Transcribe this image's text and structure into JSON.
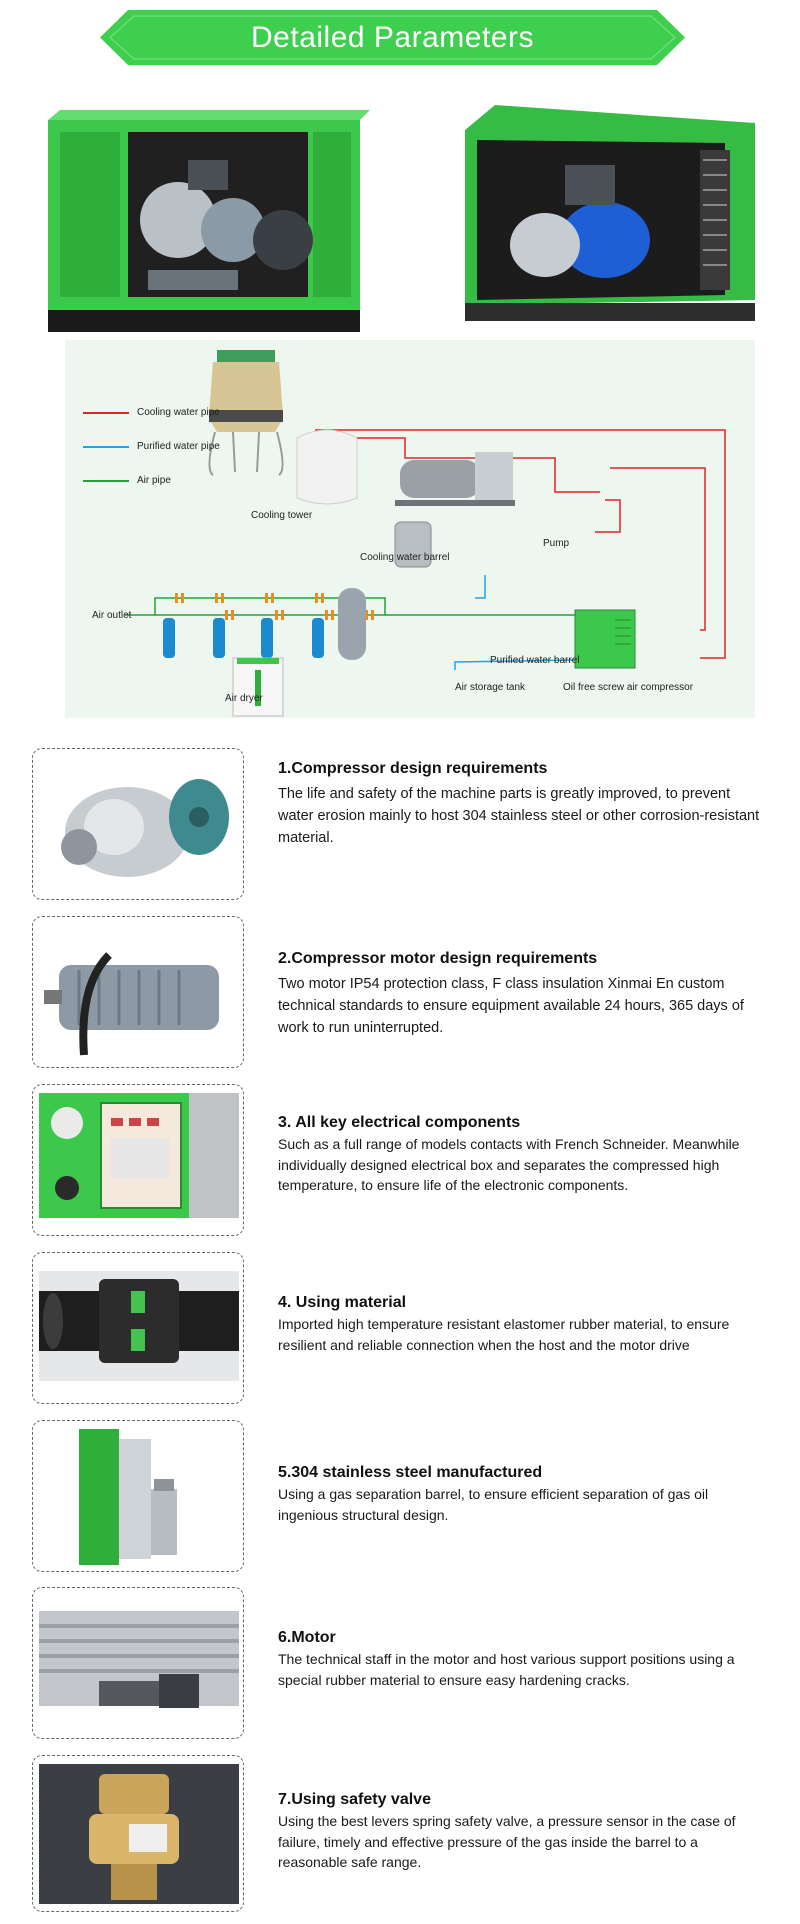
{
  "banner": {
    "title": "Detailed Parameters",
    "color": "#3fcf4f"
  },
  "diagram": {
    "legend": [
      {
        "label": "Cooling  water  pipe",
        "color": "#e02424"
      },
      {
        "label": "Purified water pipe",
        "color": "#22a3e8"
      },
      {
        "label": "Air pipe",
        "color": "#21a33a"
      }
    ],
    "labels": {
      "cooling_tower": "Cooling  tower",
      "cooling_water_barrel": "Cooling  water  barrel",
      "pump": "Pump",
      "air_outlet": "Air outlet",
      "purified_water_barrel": "Purified water barrel",
      "air_dryer": "Air dryer",
      "air_storage_tank": "Air  storage  tank",
      "compressor": "Oil free screw air compressor"
    }
  },
  "features": [
    {
      "title": "1.Compressor design requirements",
      "desc": "The life and safety of the machine parts is greatly improved, to prevent water erosion mainly to host 304 stainless steel or other corrosion-resistant material."
    },
    {
      "title": "2.Compressor motor design requirements",
      "desc": "Two motor IP54 protection class, F class insulation Xinmai En custom technical standards to ensure equipment available 24 hours, 365 days of work to run uninterrupted."
    },
    {
      "title": "3. All key electrical components",
      "desc": "Such as a full range of models contacts with French Schneider. Meanwhile individually designed electrical box and separates the compressed high temperature, to ensure life of the electronic components."
    },
    {
      "title": "4. Using material",
      "desc": "Imported high temperature resistant elastomer rubber material, to ensure resilient and reliable connection when the host and the motor drive"
    },
    {
      "title": "5.304 stainless steel manufactured",
      "desc": "Using a gas separation barrel, to ensure efficient separation of gas oil ingenious structural design."
    },
    {
      "title": "6.Motor",
      "desc": "The technical staff in the motor and host various support positions using a special rubber material to ensure easy hardening cracks."
    },
    {
      "title": "7.Using safety valve",
      "desc": "Using the best levers spring safety valve, a pressure sensor in the case of failure, timely and effective pressure of the gas inside the barrel to a reasonable safe range."
    }
  ]
}
